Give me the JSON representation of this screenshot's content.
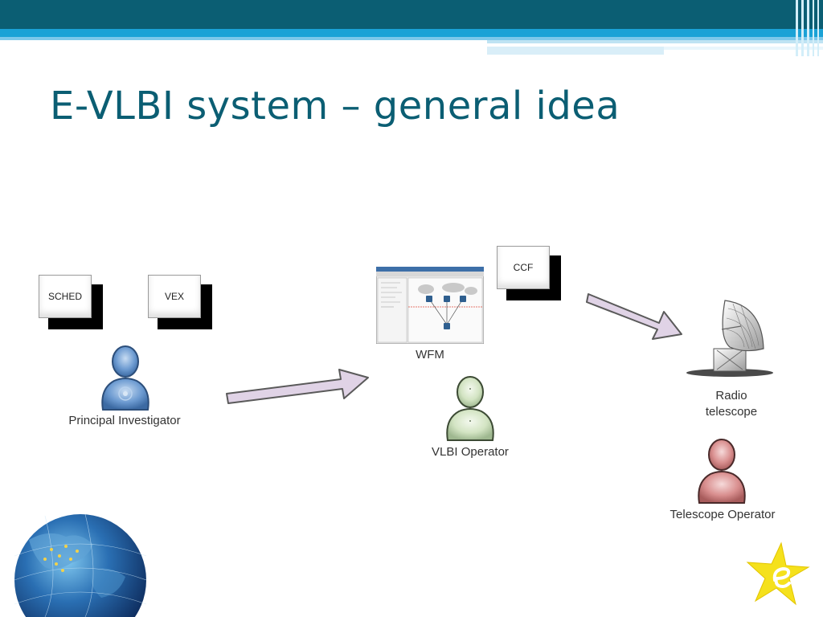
{
  "slide": {
    "title": "E-VLBI system – general idea"
  },
  "diagram": {
    "boxes": {
      "sched": "SCHED",
      "vex": "VEX",
      "ccf": "CCF"
    },
    "actors": {
      "principal_investigator": "Principal Investigator",
      "vlbi_operator": "VLBI Operator",
      "telescope_operator": "Telescope Operator"
    },
    "systems": {
      "wfm": "WFM",
      "radio_telescope_line1": "Radio",
      "radio_telescope_line2": "telescope"
    },
    "colors": {
      "title": "#0b5e73",
      "header_dark": "#0b5e73",
      "header_light": "#1aa2d6",
      "arrow_fill": "#e0d3e6",
      "pi_person": "#5b8fc9",
      "operator_person": "#d8e8c9",
      "telescope_person": "#d98f8f"
    },
    "icons": [
      "pi-person-icon",
      "vlbi-operator-icon",
      "telescope-operator-icon",
      "radio-dish-icon",
      "globe-logo-icon",
      "e-star-logo-icon"
    ]
  }
}
